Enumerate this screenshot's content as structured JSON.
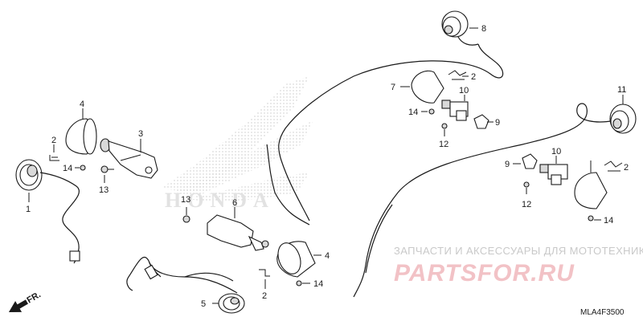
{
  "callouts": {
    "c1": "1",
    "c2a": "2",
    "c2b": "2",
    "c2c": "2",
    "c2d": "2",
    "c3": "3",
    "c4a": "4",
    "c4b": "4",
    "c5": "5",
    "c6": "6",
    "c7": "7",
    "c8": "8",
    "c9a": "9",
    "c9b": "9",
    "c10a": "10",
    "c10b": "10",
    "c11": "11",
    "c12a": "12",
    "c12b": "12",
    "c13a": "13",
    "c13b": "13",
    "c14a": "14",
    "c14b": "14",
    "c14c": "14",
    "c14d": "14"
  },
  "direction_marker": "FR.",
  "watermark": {
    "line1": "ЗАПЧАСТИ И АКСЕССУАРЫ ДЛЯ МОТОТЕХНИКИ",
    "line2": "PARTSFOR.RU",
    "logo_text": "HONDA"
  },
  "diagram_code": "MLA4F3500",
  "colors": {
    "ink": "#1a1a1a",
    "watermark_red": "#f2c2c6",
    "watermark_gray": "#c9c9c9"
  }
}
